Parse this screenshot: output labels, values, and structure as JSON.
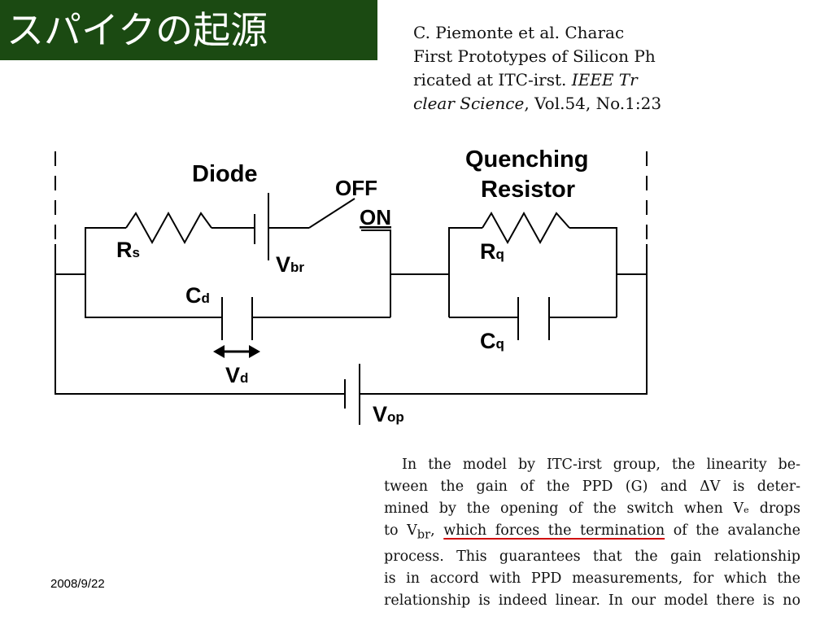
{
  "slide": {
    "title": "スパイクの起源",
    "date": "2008/9/22"
  },
  "reference": {
    "line1": "C. Piemonte et al.   Charac",
    "line2": "First Prototypes of Silicon Ph",
    "line3_a": "ricated at ITC-irst. ",
    "line3_b": "IEEE Tr",
    "line4_a": "clear Science",
    "line4_b": ", Vol.54, No.1:23"
  },
  "circuit": {
    "diode_label": "Diode",
    "quenching_label_1": "Quenching",
    "quenching_label_2": "Resistor",
    "off_label": "OFF",
    "on_label": "ON",
    "rs": {
      "main": "R",
      "sub": "s"
    },
    "vbr": {
      "main": "V",
      "sub": "br"
    },
    "cd": {
      "main": "C",
      "sub": "d"
    },
    "vd": {
      "main": "V",
      "sub": "d"
    },
    "rq": {
      "main": "R",
      "sub": "q"
    },
    "cq": {
      "main": "C",
      "sub": "q"
    },
    "vop": {
      "main": "V",
      "sub": "op"
    }
  },
  "body": {
    "line1": "In the model by ITC-irst group, the linearity be-",
    "line2": "tween the gain of the PPD (G) and ΔV is deter-",
    "line3": "mined by the opening of the switch when Vₑ drops",
    "line4_a": "to V",
    "line4_sub": "br",
    "line4_b": ", ",
    "line4_ul": "which forces the termination",
    "line4_c": " of the avalanche",
    "line5": "process. This guarantees that the gain relationship",
    "line6": "is in accord with PPD measurements, for which the",
    "line7": "relationship is indeed linear. In our model there is no"
  }
}
